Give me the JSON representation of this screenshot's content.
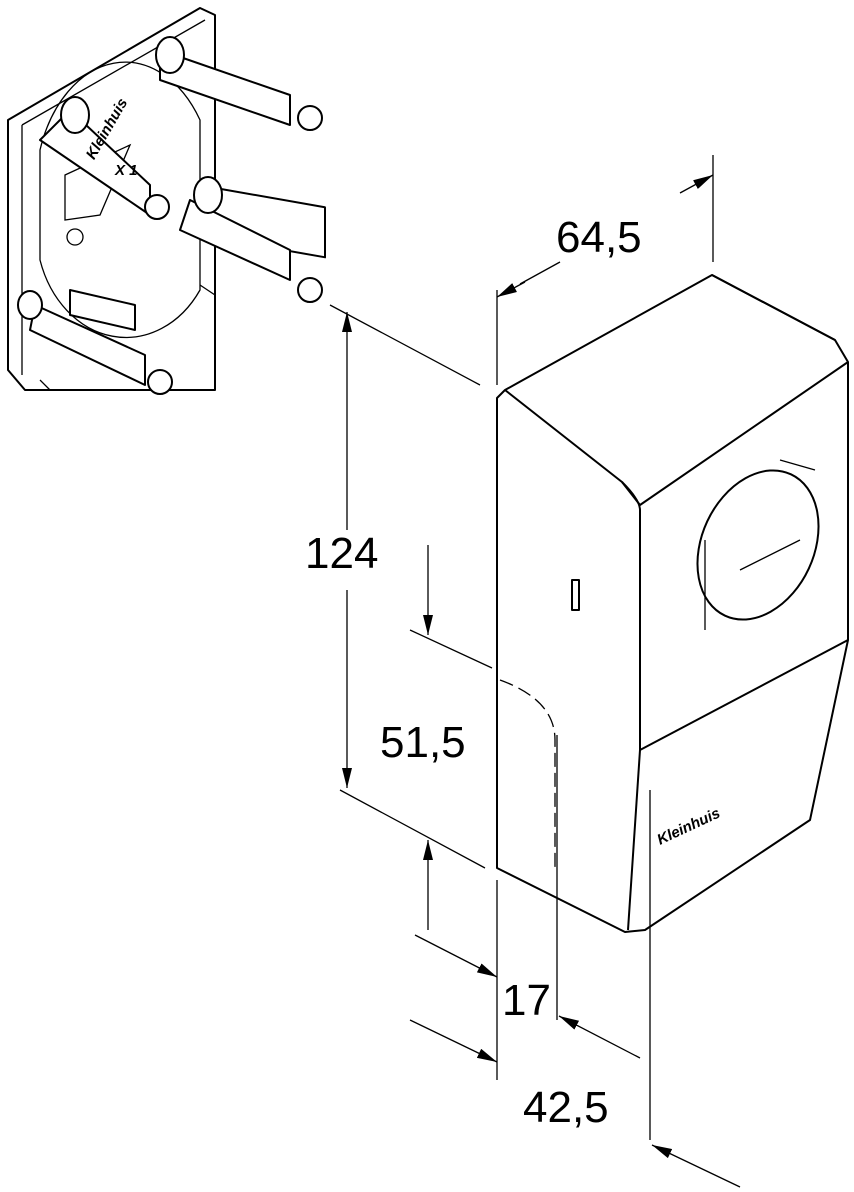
{
  "drawing": {
    "dimensions": {
      "width": "64,5",
      "height": "124",
      "lower_height": "51,5",
      "depth_small": "17",
      "depth": "42,5"
    },
    "box_logo": "Kleinhuis",
    "plate_logo": "Kleinhuis",
    "plate_label": "X 1",
    "line_color": "#000000",
    "background": "#ffffff"
  }
}
